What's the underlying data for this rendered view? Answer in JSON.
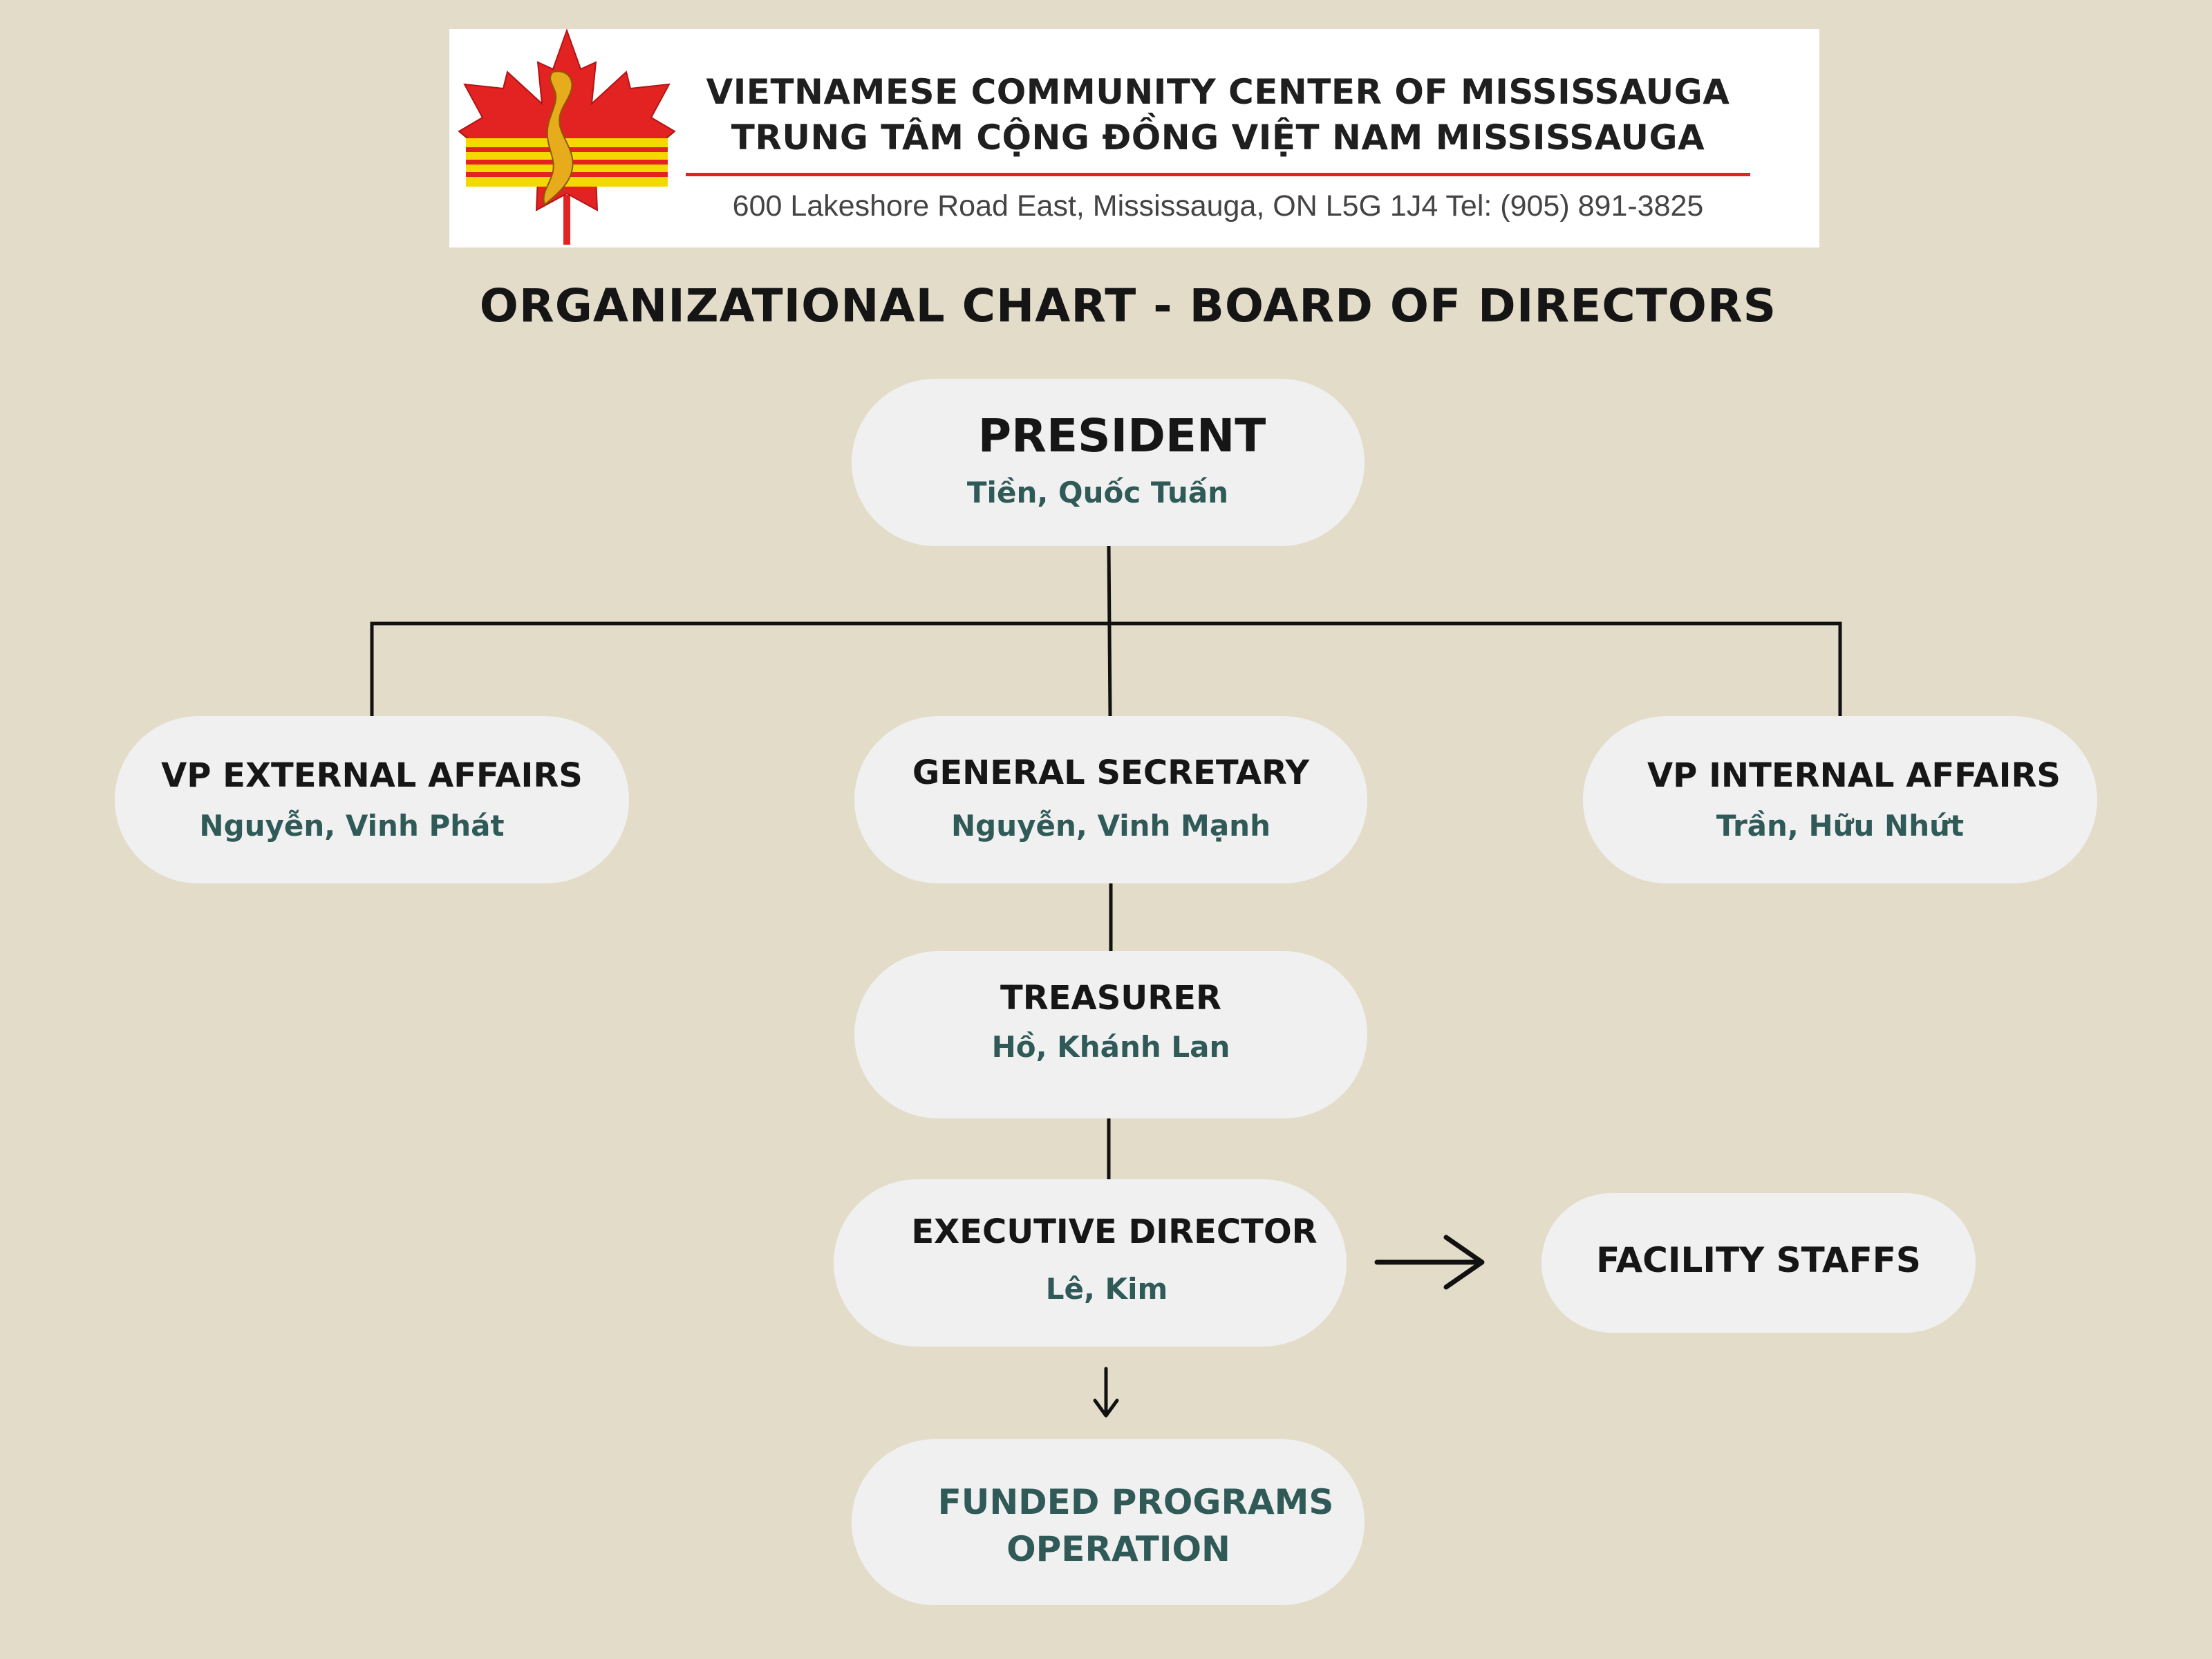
{
  "header": {
    "org_name_en": "VIETNAMESE COMMUNITY CENTER OF MISSISSAUGA",
    "org_name_vi": "TRUNG TÂM CỘNG ĐỒNG VIỆT NAM MISSISSAUGA",
    "address": "600 Lakeshore Road East, Mississauga, ON L5G 1J4  Tel: (905) 891-3825",
    "logo_icon": "maple-leaf-vietnam-logo-icon"
  },
  "chart_title": "ORGANIZATIONAL CHART - BOARD OF DIRECTORS",
  "nodes": {
    "president": {
      "title": "PRESIDENT",
      "name": "Tiền, Quốc Tuấn"
    },
    "vp_external": {
      "title": "VP EXTERNAL AFFAIRS",
      "name": "Nguyễn, Vinh Phát"
    },
    "general_secretary": {
      "title": "GENERAL SECRETARY",
      "name": "Nguyễn, Vinh Mạnh"
    },
    "vp_internal": {
      "title": "VP INTERNAL AFFAIRS",
      "name": "Trần, Hữu Nhứt"
    },
    "treasurer": {
      "title": "TREASURER",
      "name": "Hồ, Khánh Lan"
    },
    "executive_director": {
      "title": "EXECUTIVE DIRECTOR",
      "name": "Lê, Kim"
    },
    "facility_staffs": {
      "title": "FACILITY STAFFS"
    },
    "funded_programs": {
      "line1": "FUNDED PROGRAMS",
      "line2": "OPERATION"
    }
  },
  "colors": {
    "background": "#e3dcc9",
    "node_fill": "#f0f0f0",
    "name_text": "#2f5a57",
    "title_text": "#161616",
    "accent_red": "#e32222",
    "accent_yellow": "#f5d800"
  }
}
